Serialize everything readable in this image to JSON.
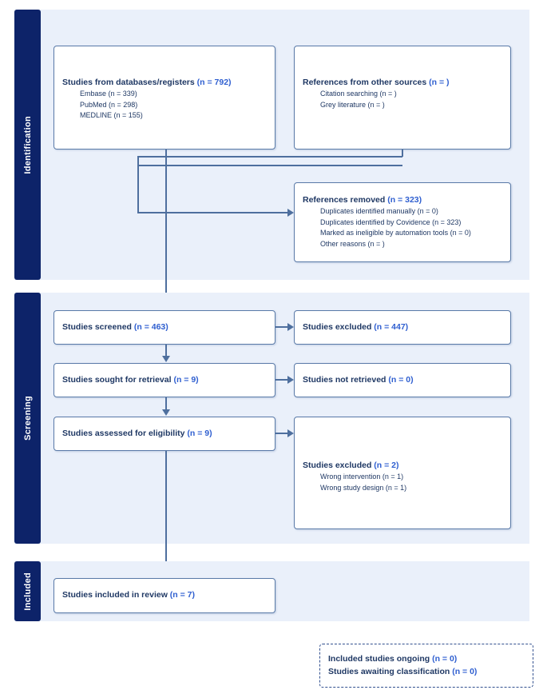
{
  "stages": {
    "identification": "Identification",
    "screening": "Screening",
    "included": "Included"
  },
  "colors": {
    "stage_tab": "#0d2369",
    "panel_bg": "#eaf0fa",
    "box_border": "#5a7aa8",
    "connector": "#4e6f9e",
    "label_text": "#1f3864",
    "count_text": "#2f5fd0"
  },
  "boxes": {
    "databases": {
      "title_label": "Studies from databases/registers",
      "title_count": "(n = 792)",
      "sub": [
        "Embase (n = 339)",
        "PubMed (n = 298)",
        "MEDLINE (n = 155)"
      ]
    },
    "other_sources": {
      "title_label": "References from other sources",
      "title_count": "(n = )",
      "sub": [
        "Citation searching (n = )",
        "Grey literature (n = )"
      ]
    },
    "references_removed": {
      "title_label": "References removed",
      "title_count": "(n = 323)",
      "sub": [
        "Duplicates identified manually (n = 0)",
        "Duplicates identified by Covidence (n = 323)",
        "Marked as ineligible by automation tools (n = 0)",
        "Other reasons (n = )"
      ]
    },
    "screened": {
      "title_label": "Studies screened",
      "title_count": "(n = 463)"
    },
    "excluded_screening": {
      "title_label": "Studies excluded",
      "title_count": "(n = 447)"
    },
    "sought_retrieval": {
      "title_label": "Studies sought for retrieval",
      "title_count": "(n = 9)"
    },
    "not_retrieved": {
      "title_label": "Studies not retrieved",
      "title_count": "(n = 0)"
    },
    "assessed_eligibility": {
      "title_label": "Studies assessed for eligibility",
      "title_count": "(n = 9)"
    },
    "excluded_eligibility": {
      "title_label": "Studies excluded",
      "title_count": "(n = 2)",
      "sub": [
        "Wrong intervention (n = 1)",
        "Wrong study design (n = 1)"
      ]
    },
    "included_review": {
      "title_label": "Studies included in review",
      "title_count": "(n = 7)"
    },
    "ongoing": {
      "line1_label": "Included studies ongoing",
      "line1_count": "(n = 0)",
      "line2_label": "Studies awaiting classification",
      "line2_count": "(n = 0)"
    }
  }
}
